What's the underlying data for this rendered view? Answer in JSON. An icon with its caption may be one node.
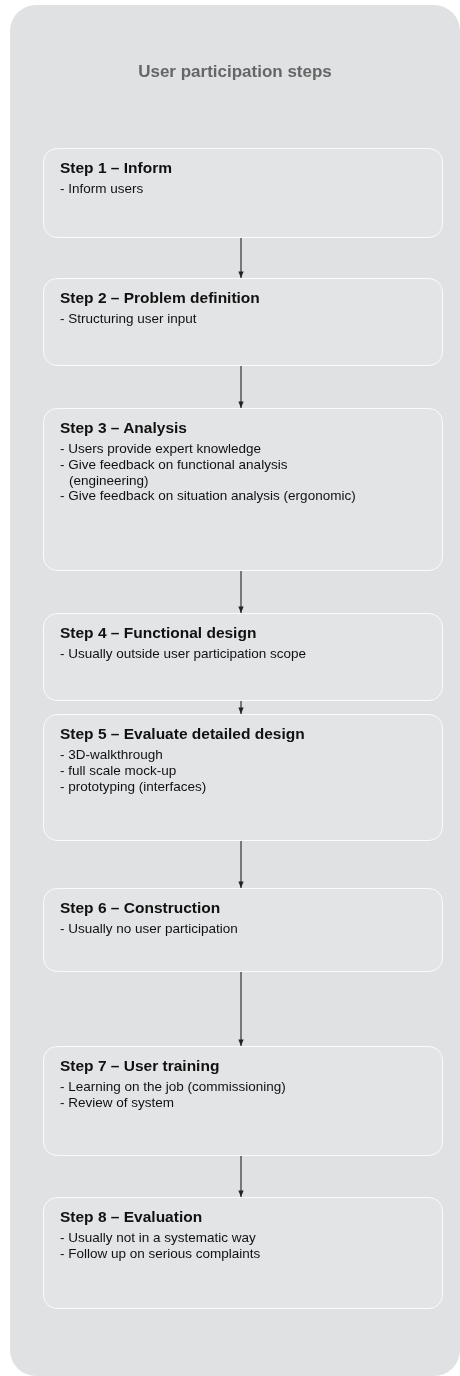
{
  "diagram": {
    "title": "User participation steps",
    "nodes": [
      {
        "text": [
          "Step 1 – Inform",
          "- Inform users"
        ]
      },
      {
        "text": [
          "Step 2 – Problem definition",
          "- Structuring user input"
        ]
      },
      {
        "text": [
          "Step 3 – Analysis",
          "- Users provide expert knowledge",
          "- Give feedback on functional analysis (engineering)",
          "- Give feedback on situation analysis (ergonomic)"
        ]
      },
      {
        "text": [
          "Step 4 – Functional design",
          "- Usually outside user participation scope"
        ]
      },
      {
        "text": [
          "Step 5 – Evaluate detailed design",
          "- 3D-walkthrough",
          "- full scale mock-up",
          "- prototyping (interfaces)"
        ]
      },
      {
        "text": [
          "Step 6 – Construction",
          "- Usually no user participation"
        ]
      },
      {
        "text": [
          "Step 7 – User training",
          "- Learning on the job (commissioning)",
          "- Review of system"
        ]
      },
      {
        "text": [
          "Step 8 – Evaluation",
          "- Usually not in a systematic way",
          "- Follow up on serious complaints"
        ]
      }
    ],
    "edges": [
      {
        "from": 0,
        "to": 1,
        "arrow": "to"
      },
      {
        "from": 1,
        "to": 2,
        "arrow": "to"
      },
      {
        "from": 2,
        "to": 3,
        "arrow": "to"
      },
      {
        "from": 3,
        "to": 4,
        "arrow": "to"
      },
      {
        "from": 4,
        "to": 5,
        "arrow": "to"
      },
      {
        "from": 5,
        "to": 6,
        "arrow": "to"
      },
      {
        "from": 6,
        "to": 7,
        "arrow": "to"
      }
    ]
  }
}
